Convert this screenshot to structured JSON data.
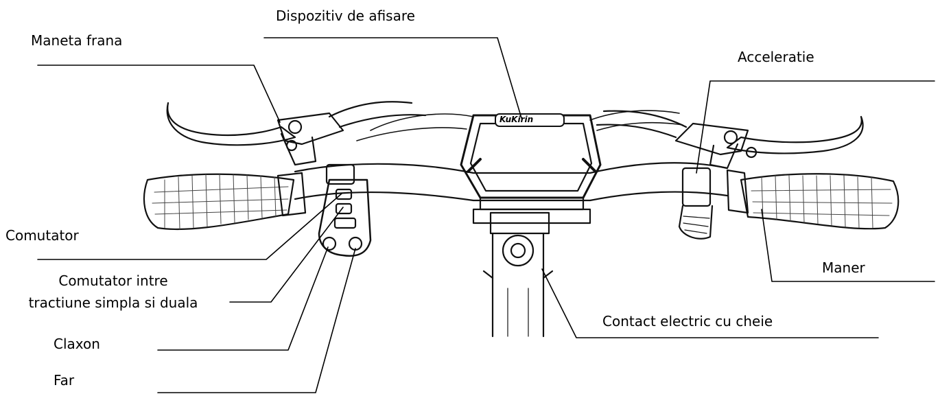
{
  "labels": {
    "display": "Dispozitiv de afisare",
    "brake_lever": "Maneta frana",
    "throttle": "Acceleratie",
    "switch": "Comutator",
    "mode_switch_line1": "Comutator intre",
    "mode_switch_line2": "tractiune simpla si duala",
    "horn": "Claxon",
    "headlight": "Far",
    "grip": "Maner",
    "ignition": "Contact electric cu cheie"
  },
  "display_brand": "KuKirin",
  "colors": {
    "line": "#000000",
    "background": "#ffffff"
  }
}
